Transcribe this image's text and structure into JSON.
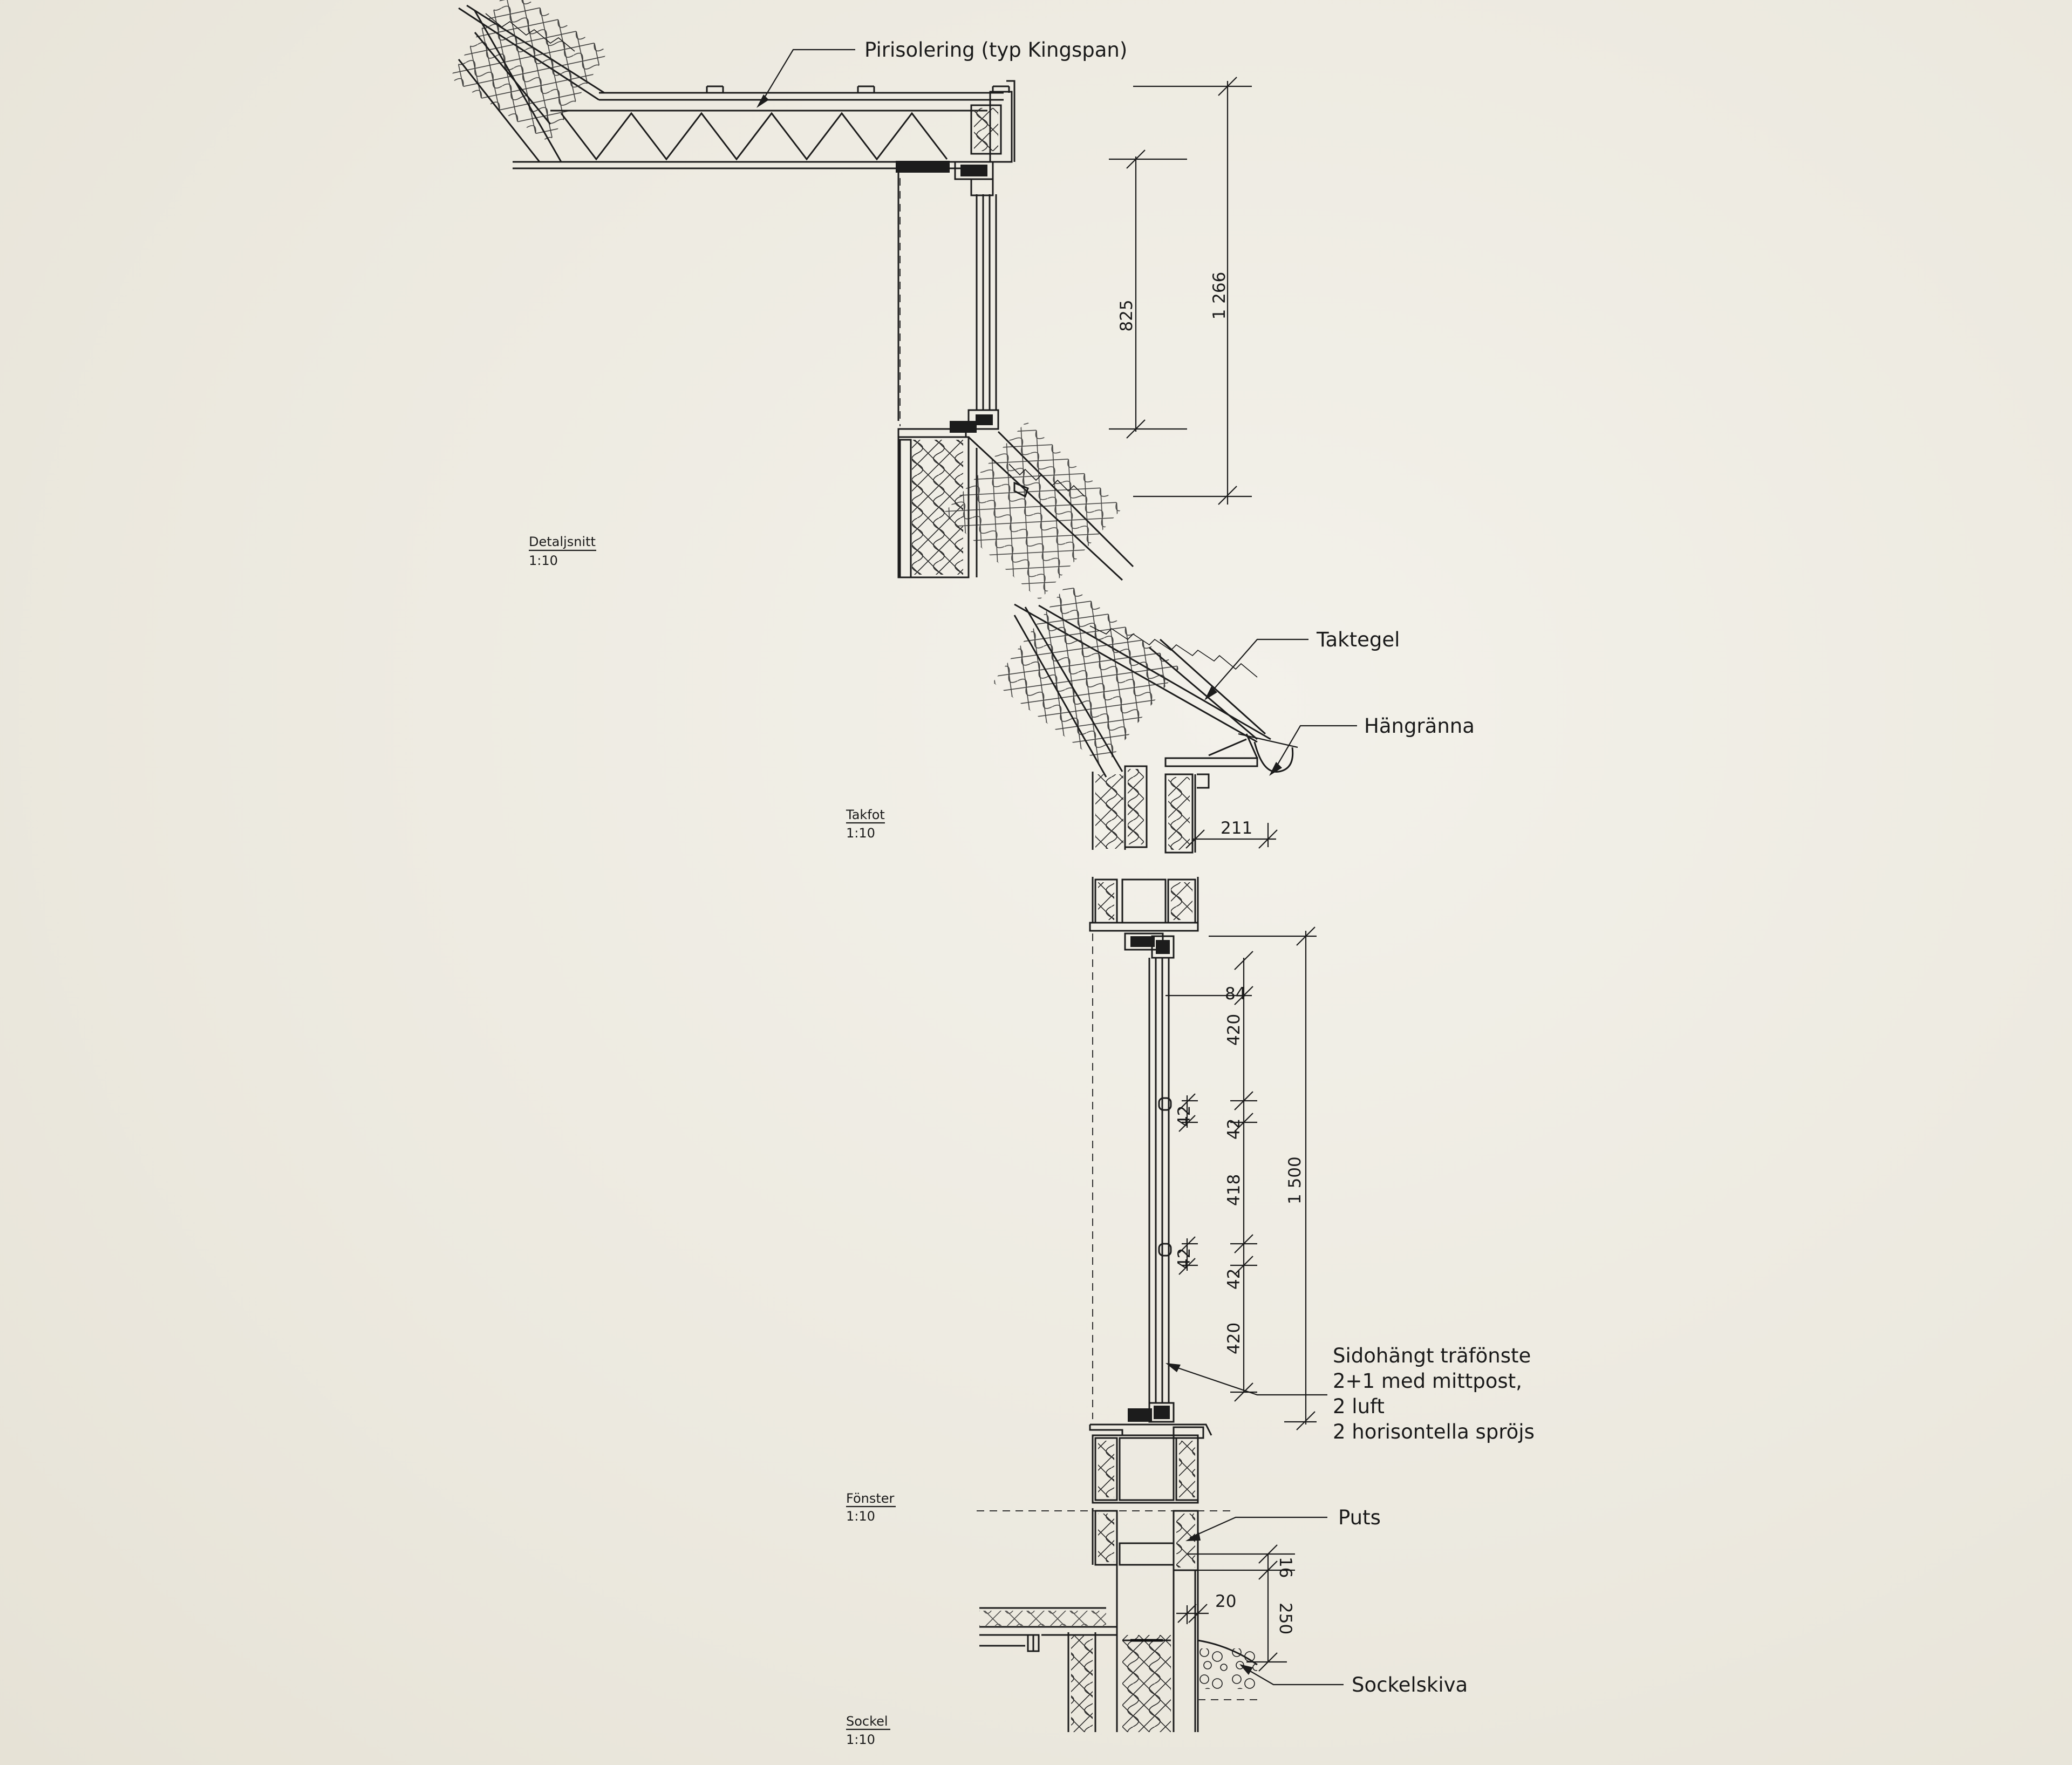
{
  "labels": {
    "pirisolering": "Pirisolering (typ Kingspan)",
    "taktegel": "Taktegel",
    "hangranna": "Hängränna",
    "window_1": "Sidohängt träfönste",
    "window_2": "2+1 med mittpost,",
    "window_3": "2 luft",
    "window_4": "2 horisontella spröjs",
    "puts": "Puts",
    "sockelskiva": "Sockelskiva"
  },
  "titles": {
    "detaljsnitt": {
      "name": "Detaljsnitt",
      "scale": "1:10"
    },
    "takfot": {
      "name": "Takfot",
      "scale": "1:10"
    },
    "fonster": {
      "name": "Fönster",
      "scale": "1:10"
    },
    "sockel": {
      "name": "Sockel",
      "scale": "1:10"
    }
  },
  "dimensions": {
    "d825": "825",
    "d1266": "1 266",
    "d211": "211",
    "d84": "84",
    "d420a": "420",
    "d42a": "42",
    "d42b": "42",
    "d418": "418",
    "d42c": "42",
    "d42d": "42",
    "d420b": "420",
    "d1500": "1 500",
    "d16": "16",
    "d20": "20",
    "d250": "250"
  }
}
